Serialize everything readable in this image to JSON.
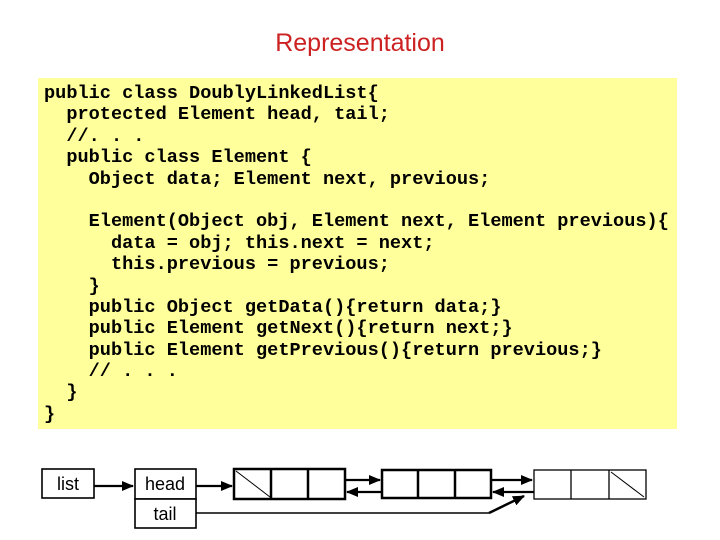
{
  "slide": {
    "title": "Representation"
  },
  "code_block": {
    "lines": [
      "public class DoublyLinkedList{",
      "  protected Element head, tail;",
      "  //. . .",
      "  public class Element {",
      "    Object data; Element next, previous;",
      "",
      "    Element(Object obj, Element next, Element previous){",
      "      data = obj; this.next = next;",
      "      this.previous = previous;",
      "    }",
      "    public Object getData(){return data;}",
      "    public Element getNext(){return next;}",
      "    public Element getPrevious(){return previous;}",
      "    // . . .",
      "  }",
      "}"
    ]
  },
  "diagram": {
    "list_label": "list",
    "head_label": "head",
    "tail_label": "tail"
  },
  "colors": {
    "title_color": "#cc2222",
    "code_bg": "#ffff9b",
    "code_text": "#000000",
    "line_color": "#000000"
  }
}
